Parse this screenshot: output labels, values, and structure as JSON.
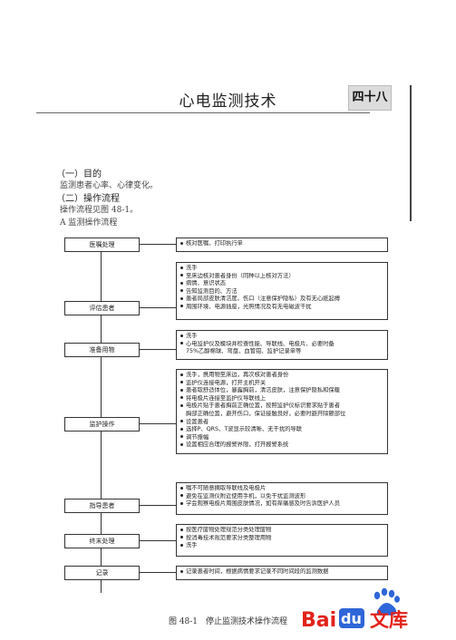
{
  "header": {
    "title": "心电监测技术",
    "chapter_badge": "四十八"
  },
  "sections": {
    "purpose_heading": "（一）目的",
    "purpose_text": "监测患者心率、心律变化。",
    "procedure_heading": "（二）操作流程",
    "procedure_ref": "操作流程见图 48-1。",
    "subtitle": "A 监测操作流程"
  },
  "flow": {
    "step1": {
      "label": "医嘱处理",
      "items": [
        "核对医嘱、打印执行单"
      ]
    },
    "step2": {
      "label": "评估患者",
      "items": [
        "洗手",
        "至床边核对患者身份（同种以上核对方法）",
        "病情、意识状态",
        "告知监测目的、方法",
        "患者局部皮肤清洁度、伤口（注意保护隐私）及有无心脏起搏",
        "周围环境、电源插座，光照情况及有无电磁波干扰"
      ]
    },
    "step3": {
      "label": "准备用物",
      "items": [
        "洗手",
        "心电监护仪及模块并检查性能、导联线、电极片、必要时备"
      ],
      "continuation": "75%乙醇棉球、弯盘、血管钳、监护记录单等"
    },
    "step4": {
      "label": "监护操作",
      "items": [
        "洗手，携用物至床边，再次核对患者身份",
        "监护仪连接电源，打开主机开关",
        "患者取舒适体位，暴露胸前，清洁皮肤，注意保护隐私和保暖",
        "将电极片连接至监护仪导联线上",
        "电极片贴于患者胸前正确位置，按照监护仪标识要求贴于患者"
      ],
      "continuation": "胸部正确位置，避开伤口，保证接触良好，必要时避开除颤部位",
      "items2": [
        "设置患者",
        "选择P、QRS、T波显示较清晰、无干扰的导联",
        "调节振幅",
        "设置相应合理的报警界限，打开报警系统"
      ]
    },
    "step5": {
      "label": "指导患者",
      "items": [
        "嘱不可随意摘取导联线及电极片",
        "避免在监测仪附近使用手机，以免干扰监测波形",
        "学会观察电极片周围皮肤情况，如有痒痛感及时告诉医护人员"
      ]
    },
    "step6": {
      "label": "终末处理",
      "items": [
        "按医疗废物处理规范分类处理废物",
        "按消毒技术规范要求分类整理用物",
        "洗手"
      ]
    },
    "step7": {
      "label": "记录",
      "items": [
        "记录患者时间，根据病情要求记录不同时间段的监测数据"
      ]
    }
  },
  "figure_caption": "图 48-1　停止监测技术操作流程",
  "watermark": {
    "brand": "Baidu文库"
  }
}
